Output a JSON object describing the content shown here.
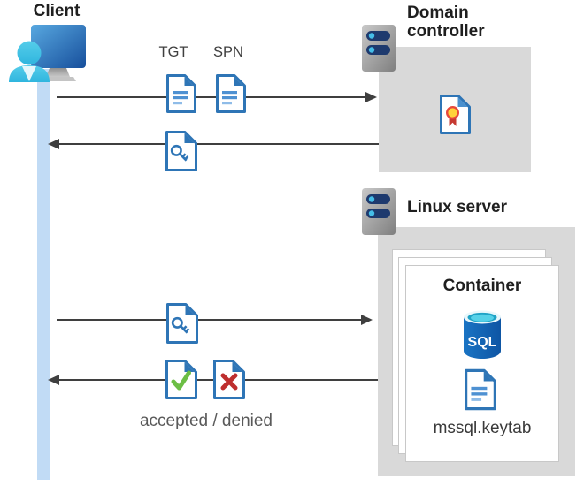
{
  "diagram": {
    "client_label": "Client",
    "domain_controller_label": "Domain controller",
    "linux_server_label": "Linux server",
    "container_label": "Container",
    "sql_badge": "SQL",
    "keytab_label": "mssql.keytab",
    "tgt_label": "TGT",
    "spn_label": "SPN",
    "accepted_denied_label": "accepted / denied"
  },
  "colors": {
    "doc_border_blue": "#2E75B6",
    "doc_line_blue": "#4E91D2",
    "box_gray": "#D9D9D9",
    "lifeline_blue": "#C1DBF5",
    "arrow_gray": "#3F3F3F",
    "person_cyan": "#3EC0E4",
    "monitor_blue": "#1B57A4",
    "check_green": "#6CBE45",
    "cross_red": "#BE2E2E",
    "sql_body_blue": "#1263B2",
    "sql_top_cyan": "#55D1E8",
    "cert_yellow": "#FFD33A",
    "cert_ribbon_red": "#C63A32",
    "server_pill_navy": "#1E3A6E",
    "server_dot_blue": "#45BEE8"
  }
}
